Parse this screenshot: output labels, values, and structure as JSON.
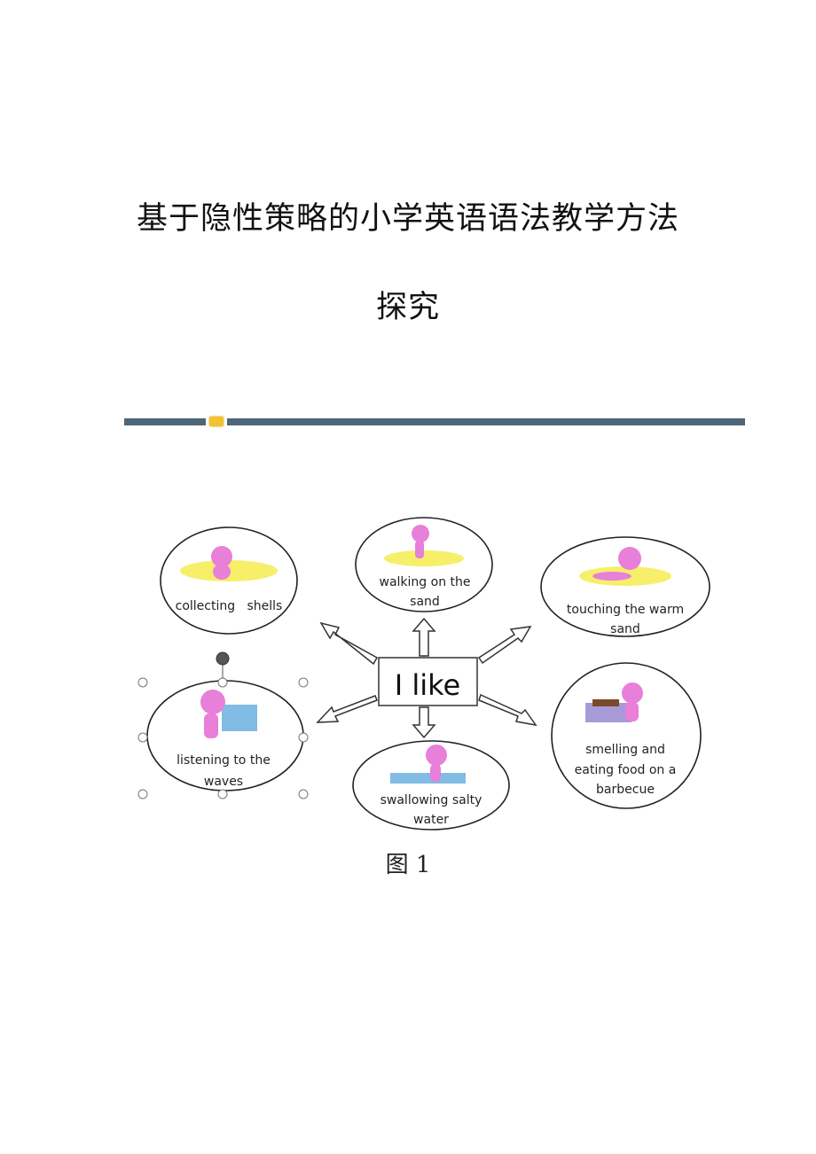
{
  "title": {
    "line1": "基于隐性策略的小学英语语法教学方法",
    "line2": "探究"
  },
  "figure": {
    "center_label": "I like",
    "bubbles": [
      {
        "lines": [
          "collecting   shells"
        ]
      },
      {
        "lines": [
          "walking on the",
          "sand"
        ]
      },
      {
        "lines": [
          "touching the warm",
          "sand"
        ]
      },
      {
        "lines": [
          "listening to the",
          "waves"
        ]
      },
      {
        "lines": [
          "swallowing salty",
          "water"
        ]
      },
      {
        "lines": [
          "smelling and",
          "eating food on a",
          "barbecue"
        ]
      }
    ],
    "caption": "图 1"
  },
  "colors": {
    "bar": "#4e6677",
    "badge": "#f2c230",
    "character": "#e87fd8",
    "sand": "#f7ef6a",
    "water": "#4aa0d8"
  }
}
